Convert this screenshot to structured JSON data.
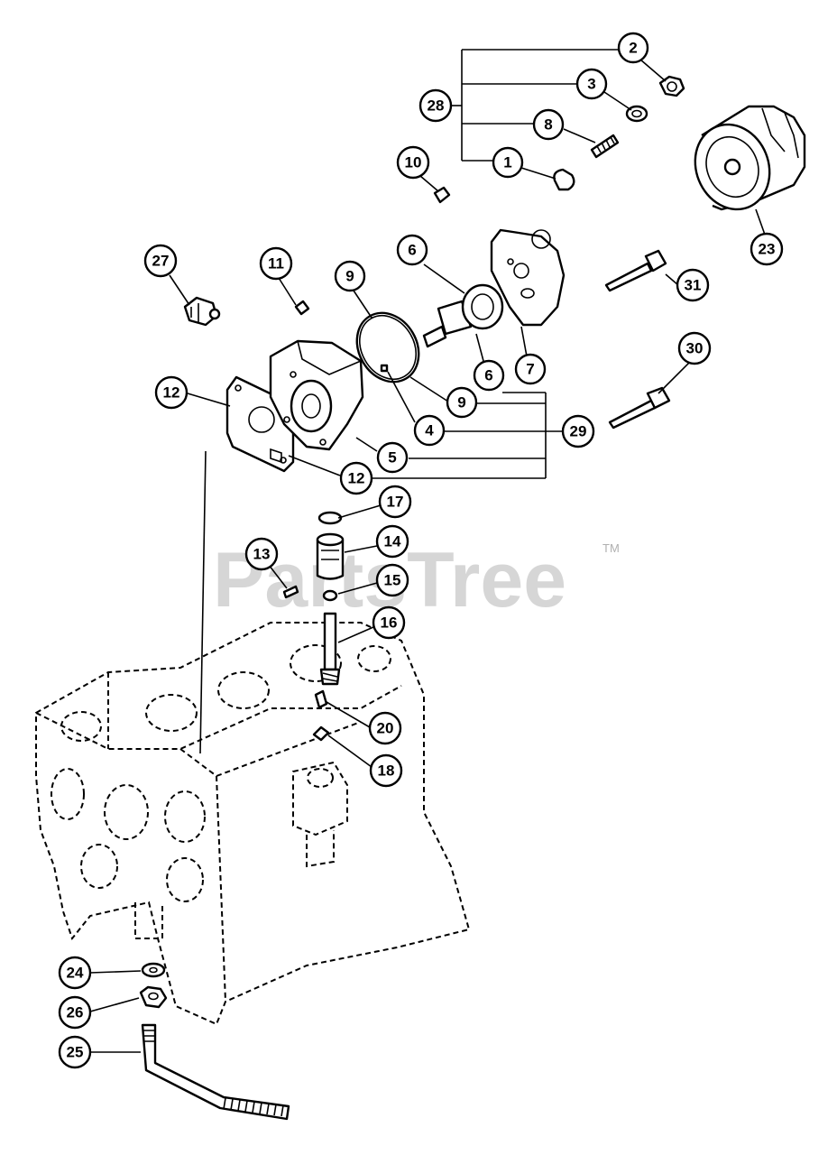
{
  "watermark": {
    "text": "PartsTree",
    "trademark": "TM"
  },
  "callouts": [
    {
      "id": "c-2",
      "label": "2"
    },
    {
      "id": "c-3",
      "label": "3"
    },
    {
      "id": "c-28",
      "label": "28"
    },
    {
      "id": "c-8",
      "label": "8"
    },
    {
      "id": "c-10",
      "label": "10"
    },
    {
      "id": "c-1",
      "label": "1"
    },
    {
      "id": "c-23",
      "label": "23"
    },
    {
      "id": "c-27",
      "label": "27"
    },
    {
      "id": "c-11",
      "label": "11"
    },
    {
      "id": "c-9a",
      "label": "9"
    },
    {
      "id": "c-6a",
      "label": "6"
    },
    {
      "id": "c-31",
      "label": "31"
    },
    {
      "id": "c-6b",
      "label": "6"
    },
    {
      "id": "c-7",
      "label": "7"
    },
    {
      "id": "c-30",
      "label": "30"
    },
    {
      "id": "c-12a",
      "label": "12"
    },
    {
      "id": "c-9b",
      "label": "9"
    },
    {
      "id": "c-4",
      "label": "4"
    },
    {
      "id": "c-29",
      "label": "29"
    },
    {
      "id": "c-5",
      "label": "5"
    },
    {
      "id": "c-12b",
      "label": "12"
    },
    {
      "id": "c-17",
      "label": "17"
    },
    {
      "id": "c-14",
      "label": "14"
    },
    {
      "id": "c-13",
      "label": "13"
    },
    {
      "id": "c-15",
      "label": "15"
    },
    {
      "id": "c-16",
      "label": "16"
    },
    {
      "id": "c-20",
      "label": "20"
    },
    {
      "id": "c-18",
      "label": "18"
    },
    {
      "id": "c-24",
      "label": "24"
    },
    {
      "id": "c-26",
      "label": "26"
    },
    {
      "id": "c-25",
      "label": "25"
    }
  ]
}
